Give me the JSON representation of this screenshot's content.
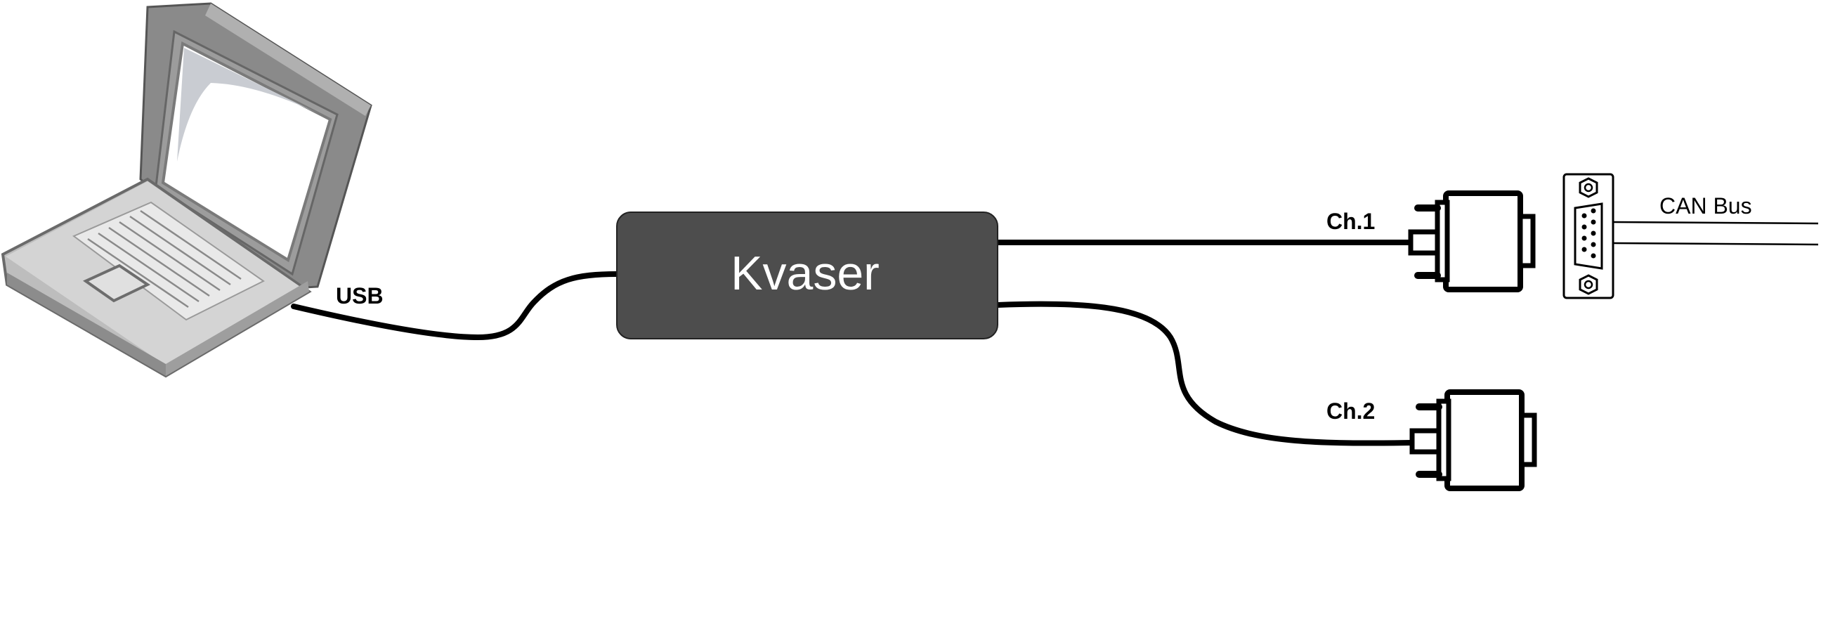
{
  "labels": {
    "device": "Kvaser",
    "usb": "USB",
    "channel1": "Ch.1",
    "channel2": "Ch.2",
    "bus": "CAN Bus"
  },
  "icons": {
    "computer": "laptop-icon",
    "interface": "kvaser-interface-box",
    "plug": "db9-male-connector-icon",
    "socket": "db9-female-socket-icon"
  },
  "colors": {
    "device_body": "#4d4d4d",
    "device_text": "#ffffff",
    "cable": "#000000",
    "laptop_light": "#c8c8c8",
    "laptop_dark": "#707070"
  }
}
